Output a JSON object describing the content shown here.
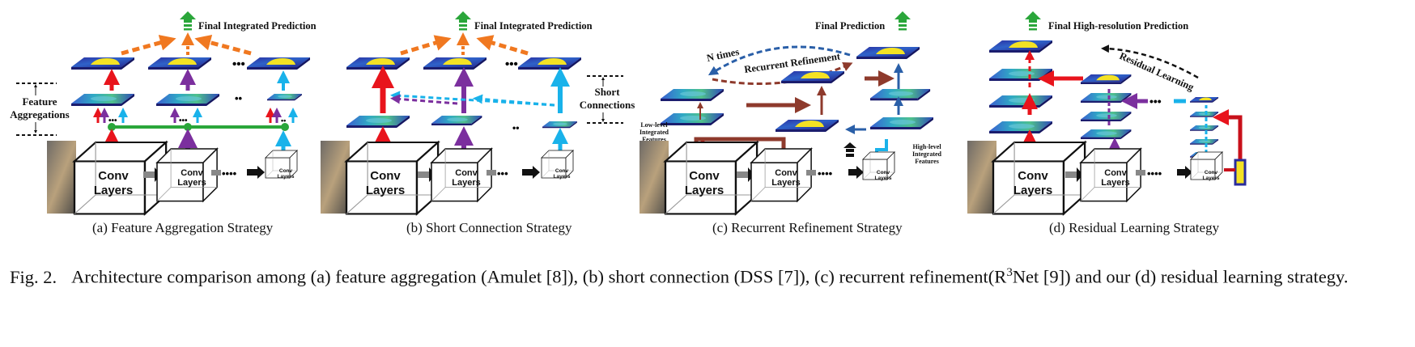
{
  "panels": [
    {
      "id": "a",
      "subcaption": "(a) Feature Aggregation Strategy",
      "top_label": "Final Integrated Prediction",
      "side_label_line1": "Feature",
      "side_label_line2": "Aggregations",
      "conv_big_line1": "Conv",
      "conv_big_line2": "Layers",
      "conv_mid_line1": "Conv",
      "conv_mid_line2": "Layers",
      "conv_sm_line1": "Conv",
      "conv_sm_line2": "Layers"
    },
    {
      "id": "b",
      "subcaption": "(b) Short Connection Strategy",
      "top_label": "Final Integrated Prediction",
      "side_label_line1": "Short",
      "side_label_line2": "Connections",
      "conv_big_line1": "Conv",
      "conv_big_line2": "Layers",
      "conv_mid_line1": "Conv",
      "conv_mid_line2": "Layers",
      "conv_sm_line1": "Conv",
      "conv_sm_line2": "Layers"
    },
    {
      "id": "c",
      "subcaption": "(c) Recurrent Refinement Strategy",
      "top_label": "Final  Prediction",
      "loop_label": "N times",
      "refine_label": "Recurrent Refinement",
      "low_label_1": "Low-level",
      "low_label_2": "Integrated",
      "low_label_3": "Features",
      "high_label_1": "High-level",
      "high_label_2": "Integrated",
      "high_label_3": "Features",
      "conv_big_line1": "Conv",
      "conv_big_line2": "Layers",
      "conv_mid_line1": "Conv",
      "conv_mid_line2": "Layers",
      "conv_sm_line1": "Conv",
      "conv_sm_line2": "Layers"
    },
    {
      "id": "d",
      "subcaption": "(d) Residual Learning Strategy",
      "top_label": "Final  High-resolution Prediction",
      "residual_label": "Residual Learning",
      "conv_big_line1": "Conv",
      "conv_big_line2": "Layers",
      "conv_mid_line1": "Conv",
      "conv_mid_line2": "Layers",
      "conv_sm_line1": "Conv",
      "conv_sm_line2": "Layers"
    }
  ],
  "caption": {
    "label": "Fig. 2.",
    "text_before_sup": "Architecture comparison among (a) feature aggregation (Amulet [8]), (b) short connection (DSS [7]), (c) recurrent refinement(R",
    "sup": "3",
    "text_after_sup": "Net [9]) and our (d) residual learning strategy."
  },
  "colors": {
    "red": "#e8141c",
    "purple": "#7b2f9e",
    "cyan": "#19b2ea",
    "green": "#2aa63a",
    "orange": "#f07820",
    "brown": "#8e3a2c",
    "navy": "#23308e",
    "yellow": "#f4e224",
    "teal": "#1e8f9c"
  }
}
